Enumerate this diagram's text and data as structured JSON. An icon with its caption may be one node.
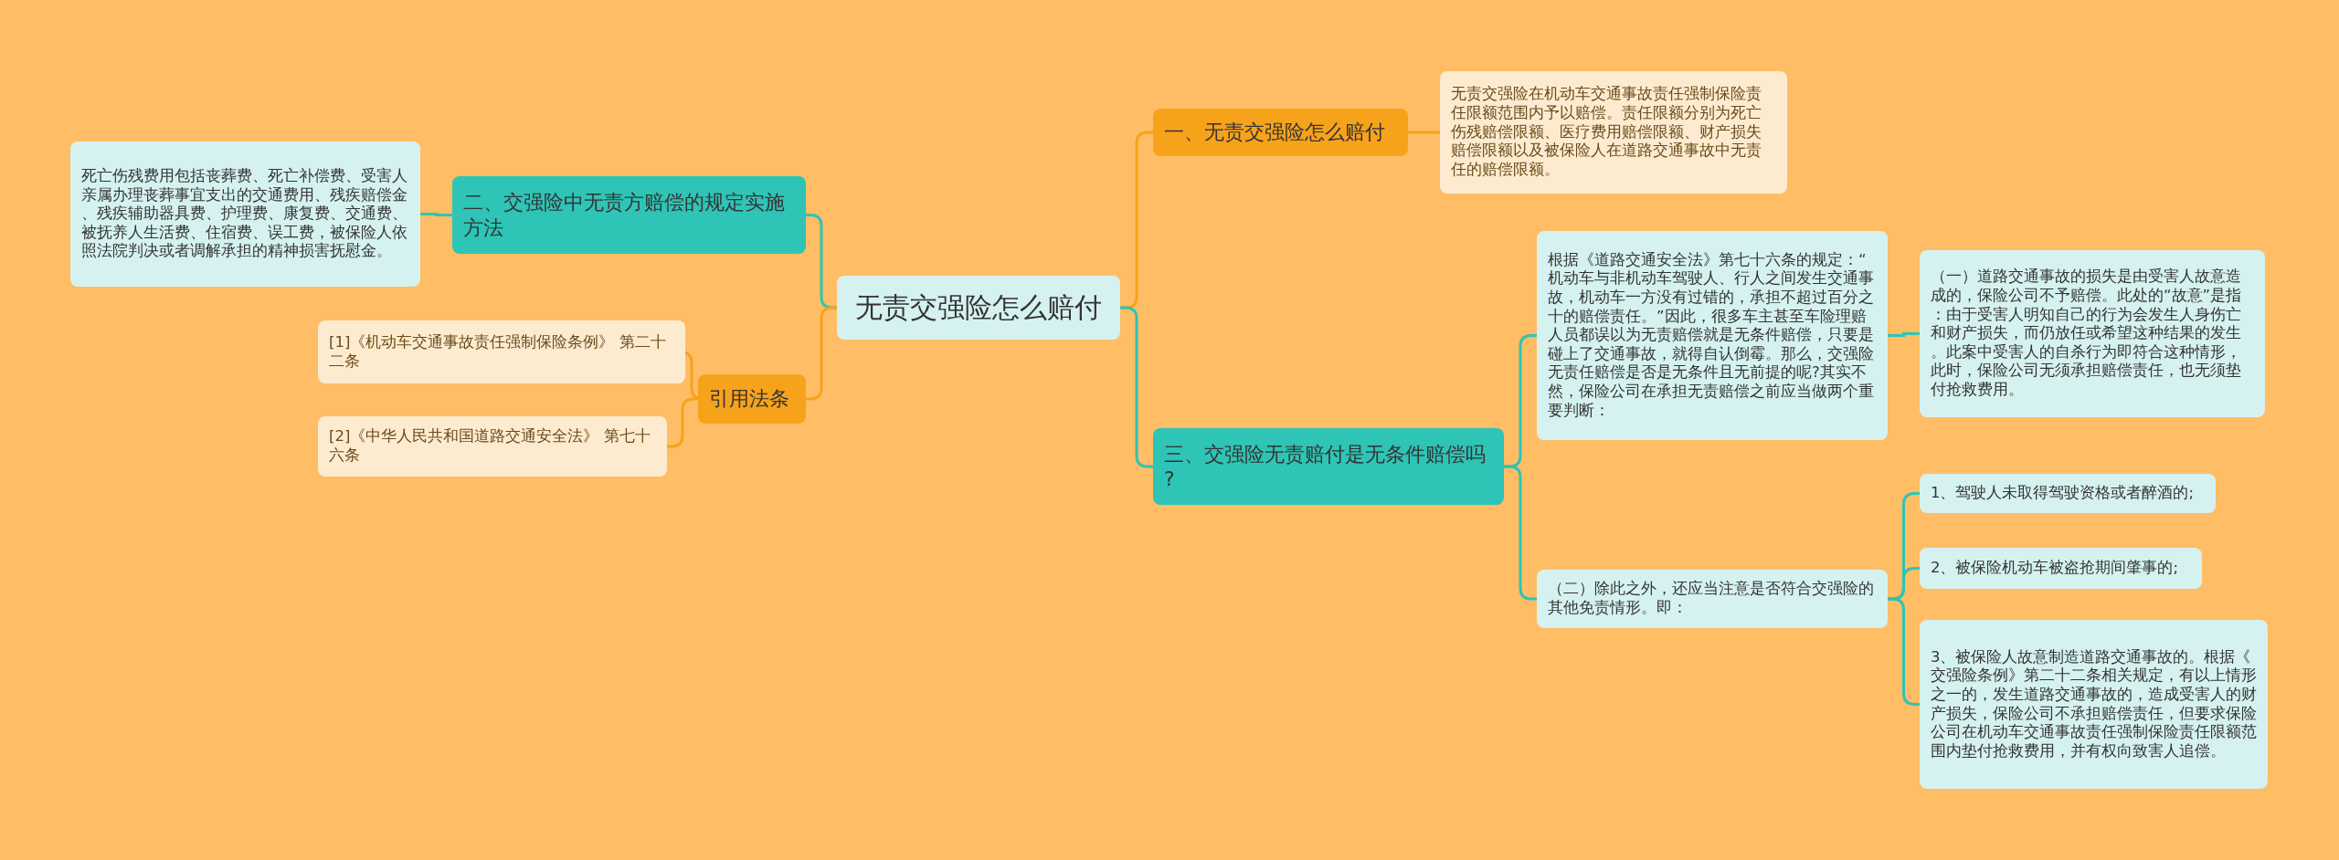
{
  "diagram": {
    "nodes": [
      {
        "text": [
          "无责交强险怎么赔付"
        ]
      },
      {
        "text": [
          "一、无责交强险怎么赔付"
        ]
      },
      {
        "text": [
          "无责交强险在机动车交通事故责任强制保险责任限额范围内予以赔偿。责任限额分别为死亡伤残赔偿限额、医疗费用赔偿限额、财产损失赔偿限额以及被保险人在道路交通事故中无责任的赔偿限额。"
        ]
      },
      {
        "text": [
          "三、交强险无责赔付是无条件赔偿吗?"
        ]
      },
      {
        "text": [
          "根据《道路交通安全法》第七十六条的规定：“机动车与非机动车驾驶人、行人之间发生交通事故，机动车一方没有过错的，承担不超过百分之十的赔偿责任。”因此，很多车主甚至车险理赔人员都误以为无责赔偿就是无条件赔偿，只要是碰上了交通事故，就得自认倒霉。那么，交强险无责任赔偿是否是无条件且无前提的呢?其实不然，保险公司在承担无责赔偿之前应当做两个重要判断："
        ]
      },
      {
        "text": [
          "（一）道路交通事故的损失是由受害人故意造成的，保险公司不予赔偿。此处的“故意”是指：由于受害人明知自己的行为会发生人身伤亡和财产损失，而仍放任或希望这种结果的发生。此案中受害人的自杀行为即符合这种情形，此时，保险公司无须承担赔偿责任，也无须垫付抢救费用。"
        ]
      },
      {
        "text": [
          "（二）除此之外，还应当注意是否符合交强险的其他免责情形。即："
        ]
      },
      {
        "text": [
          "1、驾驶人未取得驾驶资格或者醉酒的;"
        ]
      },
      {
        "text": [
          "2、被保险机动车被盗抢期间肇事的;"
        ]
      },
      {
        "text": [
          "3、被保险人故意制造道路交通事故的。根据《交强险条例》第二十二条相关规定，有以上情形之一的，发生道路交通事故的，造成受害人的财产损失，保险公司不承担赔偿责任，但要求保险公司在机动车交通事故责任强制保险责任限额范围内垫付抢救费用，并有权向致害人追偿。"
        ]
      },
      {
        "text": [
          "二、交强险中无责方赔偿的规定实施方法"
        ]
      },
      {
        "text": [
          "死亡伤残费用包括丧葬费、死亡补偿费、受害人亲属办理丧葬事宜支出的交通费用、残疾赔偿金、残疾辅助器具费、护理费、康复费、交通费、被抚养人生活费、住宿费、误工费，被保险人依照法院判决或者调解承担的精神损害抚慰金。"
        ]
      },
      {
        "text": [
          "引用法条"
        ]
      },
      {
        "text": [
          "[1]《机动车交通事故责任强制保险条例》 第二十二条"
        ]
      },
      {
        "text": [
          "[2]《中华人民共和国道路交通安全法》 第七十六条"
        ]
      }
    ],
    "edges": [
      {
        "from": 0,
        "to": 1,
        "arrow": "none",
        "color": "#f7a21b"
      },
      {
        "from": 1,
        "to": 2,
        "arrow": "none",
        "color": "#f7a21b"
      },
      {
        "from": 0,
        "to": 3,
        "arrow": "none"
      },
      {
        "from": 3,
        "to": 4,
        "arrow": "none"
      },
      {
        "from": 4,
        "to": 5,
        "arrow": "none"
      },
      {
        "from": 3,
        "to": 6,
        "arrow": "none"
      },
      {
        "from": 6,
        "to": 7,
        "arrow": "none"
      },
      {
        "from": 6,
        "to": 8,
        "arrow": "none"
      },
      {
        "from": 6,
        "to": 9,
        "arrow": "none"
      },
      {
        "from": 0,
        "to": 10,
        "arrow": "none"
      },
      {
        "from": 10,
        "to": 11,
        "arrow": "none"
      },
      {
        "from": 0,
        "to": 12,
        "arrow": "none",
        "color": "#f7a21b"
      },
      {
        "from": 12,
        "to": 13,
        "arrow": "none",
        "color": "#f7a21b"
      },
      {
        "from": 12,
        "to": 14,
        "arrow": "none",
        "color": "#f7a21b"
      }
    ]
  }
}
